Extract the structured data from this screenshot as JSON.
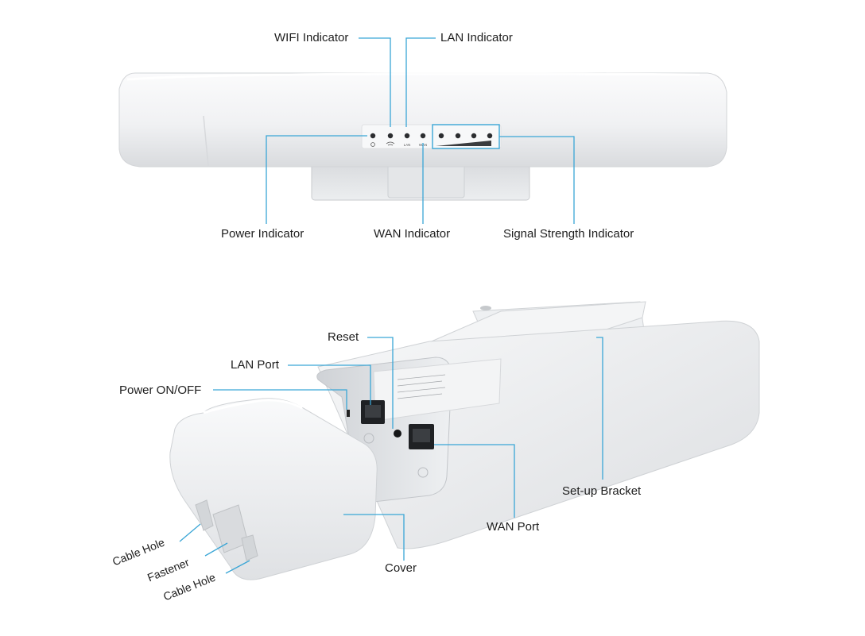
{
  "top_view": {
    "callouts": {
      "wifi": "WIFI Indicator",
      "lan": "LAN Indicator",
      "power": "Power Indicator",
      "wan": "WAN Indicator",
      "signal": "Signal Strength Indicator"
    },
    "panel_marks": {
      "lan": "LAN",
      "wan": "WAN"
    }
  },
  "bottom_view": {
    "callouts": {
      "reset": "Reset",
      "lan_port": "LAN Port",
      "power_switch": "Power ON/OFF",
      "bracket": "Set-up Bracket",
      "wan_port": "WAN Port",
      "cover": "Cover",
      "cable_hole_1": "Cable Hole",
      "fastener": "Fastener",
      "cable_hole_2": "Cable Hole"
    }
  },
  "colors": {
    "leader_line": "#3aa6d6",
    "device_body": "#f4f5f7",
    "label_text": "#1e1e1e"
  }
}
